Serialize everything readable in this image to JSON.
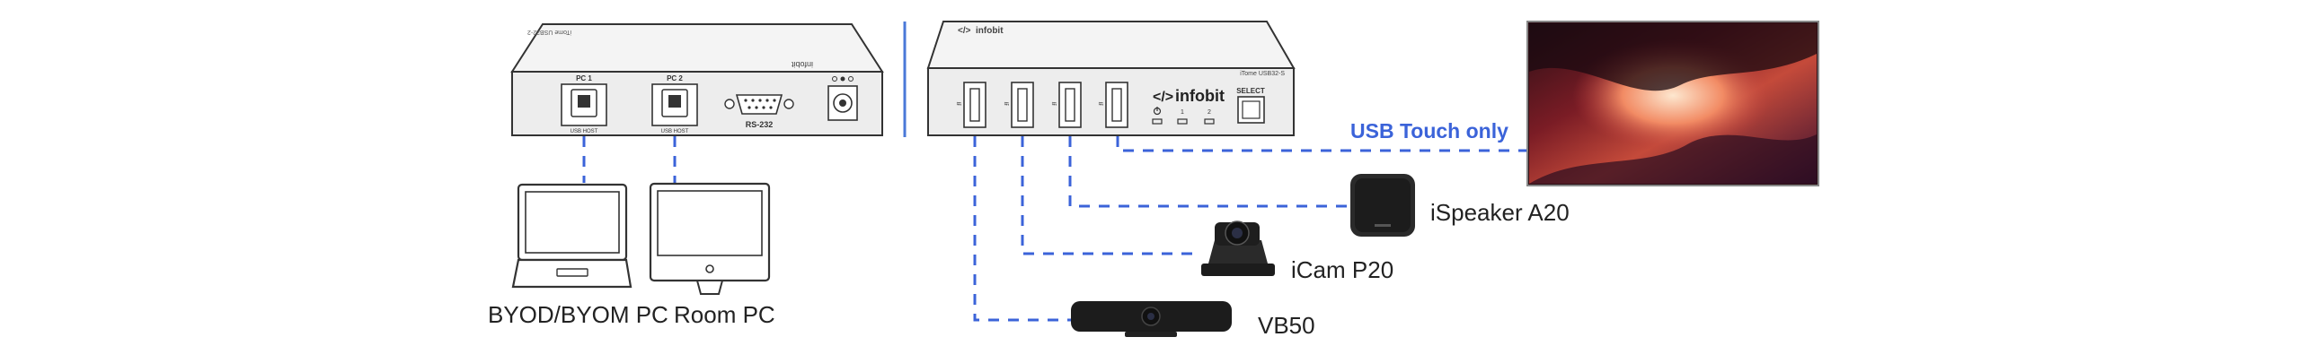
{
  "left_switch": {
    "back_brand": "infobit",
    "back_model": "iTome USB32-2",
    "port_pc1": "PC 1",
    "port_pc2": "PC 2",
    "usb_host_1": "USB HOST",
    "usb_host_2": "USB HOST",
    "serial_label": "RS-232"
  },
  "right_switch": {
    "top_brand": "infobit",
    "front_logo": "infobit",
    "model": "iTome USB32-S",
    "select_label": "SELECT",
    "led_labels": [
      "1",
      "2"
    ]
  },
  "labels": {
    "byod_pc": "BYOD/BYOM PC",
    "room_pc": "Room PC",
    "usb_touch": "USB Touch only",
    "speaker": "iSpeaker A20",
    "camera": "iCam P20",
    "soundbar": "VB50"
  },
  "colors": {
    "connector_dash": "#3b63d9",
    "divider": "#4a78d8",
    "label_accent": "#3b63d9"
  }
}
